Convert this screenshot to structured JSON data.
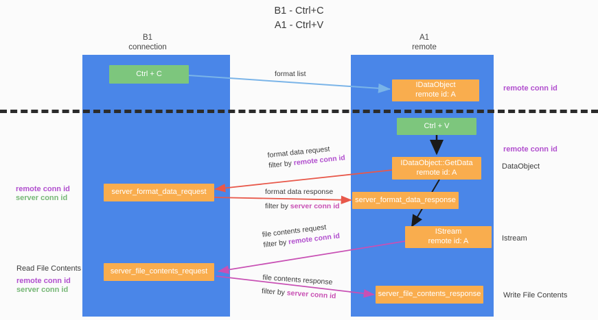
{
  "title": {
    "line1": "B1 - Ctrl+C",
    "line2": "A1 - Ctrl+V"
  },
  "lanes": [
    {
      "name": "b1",
      "header_line1": "B1",
      "header_line2": "connection",
      "color": "#4a86e8"
    },
    {
      "name": "a1",
      "header_line1": "A1",
      "header_line2": "remote",
      "color": "#4a86e8"
    }
  ],
  "boxes": {
    "ctrl_c": {
      "label": "Ctrl + C",
      "color": "#7dc67d"
    },
    "ctrl_v": {
      "label": "Ctrl + V",
      "color": "#7dc67d"
    },
    "idataobject": {
      "line1": "IDataObject",
      "line2": "remote id: A",
      "color": "#f9ad4e"
    },
    "getdata": {
      "line1": "IDataObject::GetData",
      "line2": "remote id: A",
      "color": "#f9ad4e"
    },
    "istream": {
      "line1": "IStream",
      "line2": "remote id: A",
      "color": "#f9ad4e"
    },
    "server_format_data_request": {
      "label": "server_format_data_request",
      "color": "#f9ad4e"
    },
    "server_format_data_response": {
      "label": "server_format_data_response",
      "color": "#f9ad4e"
    },
    "server_file_contents_request": {
      "label": "server_file_contents_request",
      "color": "#f9ad4e"
    },
    "server_file_contents_response": {
      "label": "server_file_contents_response",
      "color": "#f9ad4e"
    }
  },
  "right_labels": {
    "remote_conn_id_top": "remote conn id",
    "remote_conn_id_mid": "remote conn id",
    "dataobject": "DataObject",
    "istream": "Istream",
    "write_file_contents": "Write File Contents"
  },
  "left_labels": {
    "remote_conn_id_mid": "remote conn id",
    "server_conn_id_mid": "server conn id",
    "read_file_contents": "Read File Contents",
    "remote_conn_id_bottom": "remote conn id",
    "server_conn_id_bottom": "server conn id"
  },
  "arrows": {
    "format_list": {
      "label": "format list",
      "color": "#7ab4e8"
    },
    "format_data_request": {
      "line1": "format data request",
      "line2_prefix": "filter by ",
      "line2_key": "remote conn id",
      "color": "#e8584a"
    },
    "format_data_response": {
      "line1": "format data response",
      "line2_prefix": "filter by ",
      "line2_key": "server conn id",
      "color": "#e8584a"
    },
    "file_contents_request": {
      "line1": "file contents request",
      "line2_prefix": "filter by ",
      "line2_key": "remote conn id",
      "color": "#c850b4"
    },
    "file_contents_response": {
      "line1": "file contents response",
      "line2_prefix": "filter by ",
      "line2_key": "server conn id",
      "color": "#c850b4"
    }
  },
  "colors": {
    "lane": "#4a86e8",
    "green_box": "#7dc67d",
    "orange_box": "#f9ad4e",
    "purple": "#b14fce",
    "green_text": "#76b776",
    "magenta": "#c850b4",
    "red_arrow": "#e8584a",
    "blue_arrow": "#7ab4e8",
    "divider": "#2b2b2b"
  }
}
